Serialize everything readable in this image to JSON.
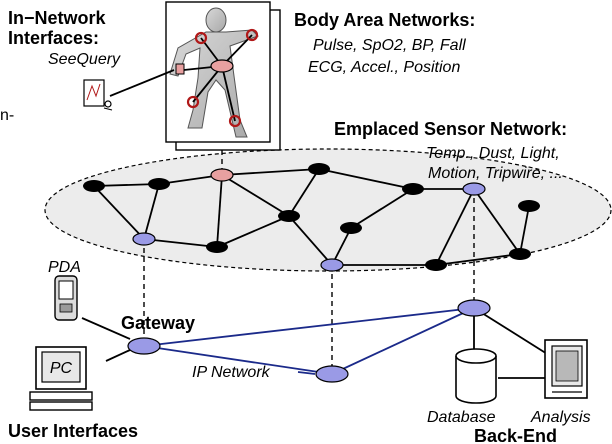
{
  "labels": {
    "in_network_line1": "In−Network",
    "in_network_line2": "Interfaces:",
    "seequery": "SeeQuery",
    "ban_title": "Body Area Networks:",
    "ban_line1": "Pulse, SpO2, BP, Fall",
    "ban_line2": "ECG, Accel., Position",
    "esn_title": "Emplaced Sensor Network:",
    "esn_line1": "Temp., Dust, Light,",
    "esn_line2": "Motion, Tripwire, ...",
    "pda": "PDA",
    "gateway": "Gateway",
    "pc": "PC",
    "ip_network": "IP Network",
    "user_interfaces": "User Interfaces",
    "database": "Database",
    "analysis": "Analysis",
    "back_end": "Back-End",
    "cut_fragment": "n-"
  },
  "colors": {
    "sensor_node": "#000000",
    "gateway_node": "#9a9ae6",
    "body_node": "#e8a0a0",
    "joint_ring": "#b01818",
    "network_region": "#ececec",
    "ip_link": "#1b2a8a"
  }
}
